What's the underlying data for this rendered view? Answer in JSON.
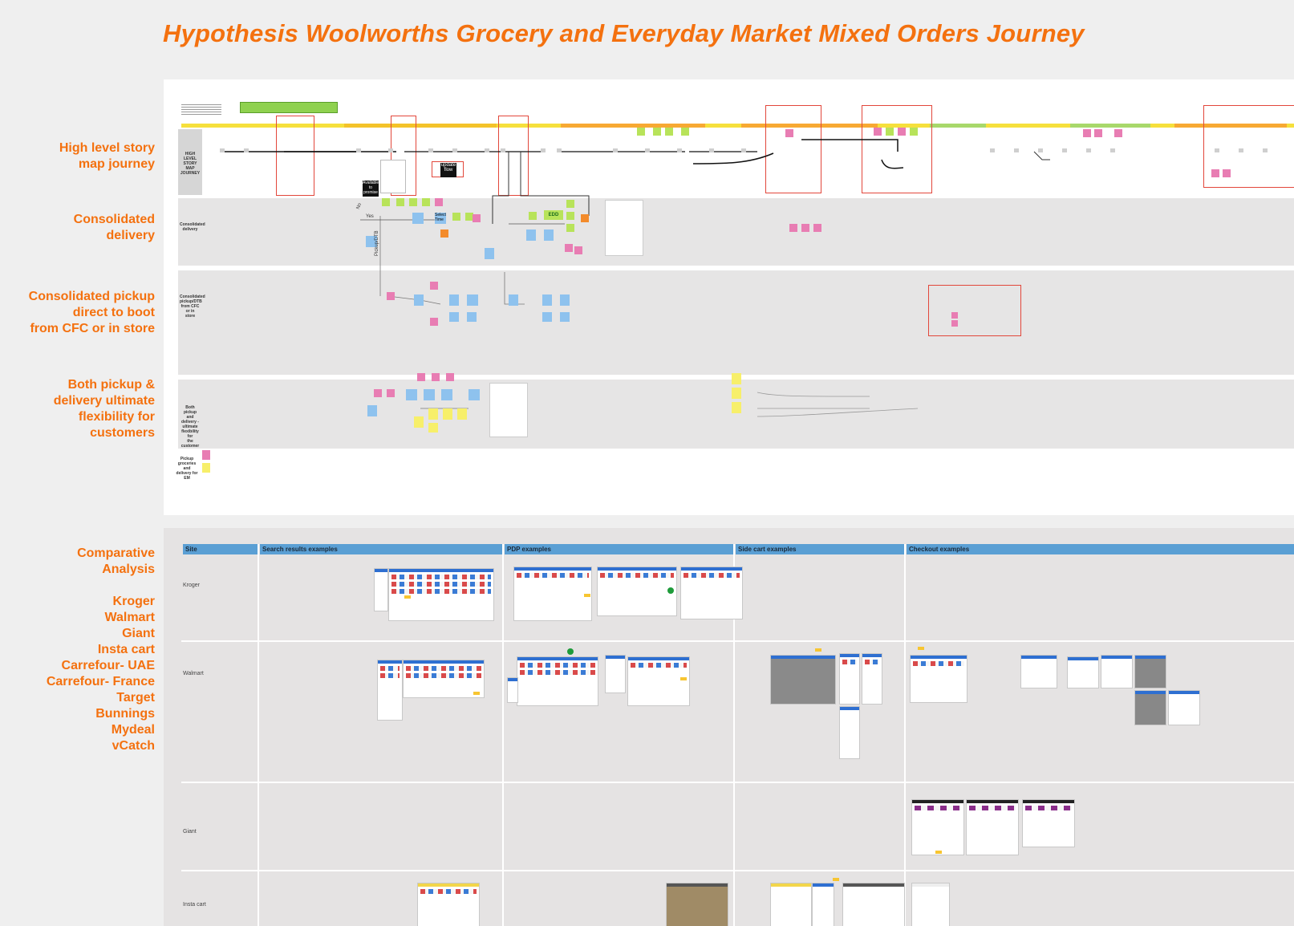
{
  "title": "Hypothesis Woolworths Grocery and Everyday Market Mixed Orders Journey",
  "side_labels": {
    "story_map": "High level story\nmap journey",
    "consolidated_delivery": "Consolidated\ndelivery",
    "consolidated_pickup": "Consolidated pickup\ndirect to boot\nfrom CFC or in store",
    "both": "Both pickup &\ndelivery ultimate\nflexibility for\ncustomers",
    "comparative": "Comparative\nAnalysis\n\nKroger\nWalmart\nGiant\nInsta cart\nCarrefour- UAE\nCarrefour- France\nTarget\nBunnings\nMydeal\nvCatch"
  },
  "lanes": {
    "story_map": "HIGH\nLEVEL\nSTORY\nMAP\nJOURNEY",
    "consolidated_delivery": "Consolidated\ndelivery",
    "consolidated_pickup": "Consolidated\npickup/DTB\nfrom CFC or in\nstore",
    "both": "Both pickup\nand delivery -\nultimate\nflexibility for\nthe customer",
    "pickup_groceries": "Pickup\ngroceries and\ndelivery for EM"
  },
  "board_notes": {
    "available_to_promise": "Available\nto\npromise",
    "update_flow": "update\nflow",
    "yes": "Yes",
    "no": "No",
    "edd": "EDD",
    "select_time": "Select\nTime",
    "pickup_dtb": "Pickup/DTB"
  },
  "comparison": {
    "columns": [
      "Site",
      "Search results examples",
      "PDP examples",
      "Side cart examples",
      "Checkout examples"
    ],
    "rows": [
      "Kroger",
      "Walmart",
      "Giant",
      "Insta cart"
    ]
  },
  "colors": {
    "accent": "#f4710f",
    "lane_gray": "#e6e5e5",
    "header_blue": "#5a9fd4",
    "red_frame": "#e2473b",
    "sticky_pink": "#e87db3",
    "sticky_green": "#b8e35a",
    "sticky_yellow": "#f7ef6a",
    "sticky_blue": "#8ec2ee"
  }
}
